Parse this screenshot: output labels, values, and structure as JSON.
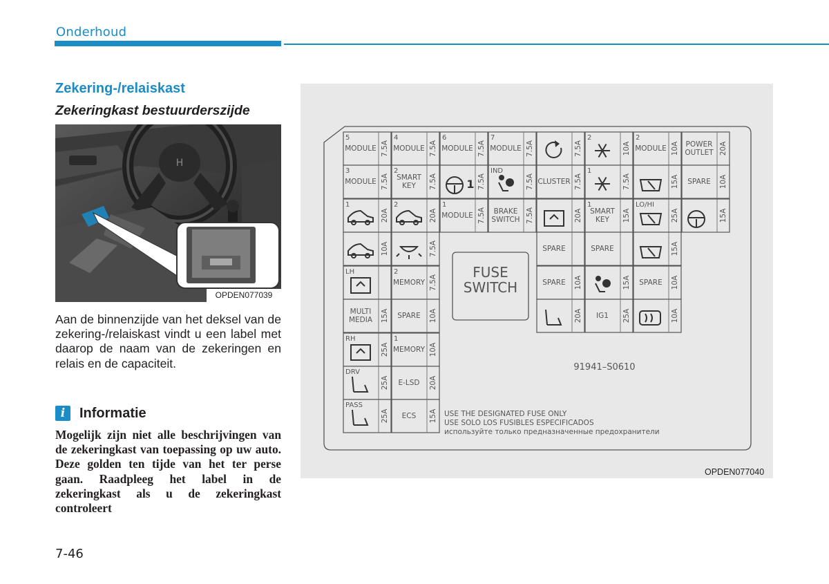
{
  "header": {
    "section": "Onderhoud"
  },
  "left": {
    "section_title": "Zekering-/relaiskast",
    "subtitle": "Zekeringkast bestuurderszijde",
    "photo_caption": "OPDEN077039",
    "body": "Aan de binnenzijde van het deksel van de zekering-/relaiskast vindt u een label met daarop de naam van de zekeringen en relais en de capaciteit.",
    "info": {
      "icon_glyph": "i",
      "label": "Informatie",
      "text": "Mogelijk zijn niet alle beschrijvingen van de zekeringkast van toepassing op uw auto. Deze golden ten tijde van het ter perse gaan. Raadpleeg het label in de zekeringkast als u de zekeringkast controleert"
    }
  },
  "diagram": {
    "caption": "OPDEN077040",
    "center_label_1": "FUSE",
    "center_label_2": "SWITCH",
    "part_number": "91941–S0610",
    "notice_1": "USE THE DESIGNATED FUSE ONLY",
    "notice_2": "USE SOLO LOS FUSIBLES ESPECIFICADOS",
    "notice_3": "используйте только предназначенные предохранители",
    "fuses": [
      {
        "num": "5",
        "name": "MODULE",
        "rating": "7.5A"
      },
      {
        "num": "4",
        "name": "MODULE",
        "rating": "7.5A"
      },
      {
        "num": "6",
        "name": "MODULE",
        "rating": "7.5A"
      },
      {
        "num": "7",
        "name": "MODULE",
        "rating": "7.5A"
      },
      {
        "num": "",
        "icon": "refresh-icon",
        "rating": "7.5A"
      },
      {
        "num": "2",
        "icon": "snowflake-icon",
        "rating": "10A"
      },
      {
        "num": "2",
        "name": "MODULE",
        "rating": "10A"
      },
      {
        "num": "",
        "name": "POWER OUTLET",
        "rating": "20A"
      },
      {
        "num": "3",
        "name": "MODULE",
        "rating": "7.5A"
      },
      {
        "num": "2",
        "name": "SMART KEY",
        "rating": "7.5A"
      },
      {
        "num": "",
        "icon": "steering-wheel-icon",
        "suffix": "1",
        "rating": "7.5A"
      },
      {
        "num": "IND",
        "icon": "airbag-icon",
        "rating": "7.5A"
      },
      {
        "num": "",
        "name": "CLUSTER",
        "rating": "7.5A"
      },
      {
        "num": "1",
        "icon": "snowflake-icon",
        "rating": "7.5A"
      },
      {
        "num": "",
        "icon": "washer-icon",
        "rating": "15A"
      },
      {
        "num": "",
        "name": "SPARE",
        "rating": "10A"
      },
      {
        "num": "1",
        "icon": "car-icon",
        "rating": "20A"
      },
      {
        "num": "2",
        "icon": "car-icon",
        "rating": "20A"
      },
      {
        "num": "1",
        "name": "MODULE",
        "rating": "7.5A"
      },
      {
        "num": "",
        "name": "BRAKE SWITCH",
        "rating": "7.5A"
      },
      {
        "num": "",
        "icon": "door-lock-icon",
        "rating": "20A"
      },
      {
        "num": "1",
        "name": "SMART KEY",
        "rating": "15A"
      },
      {
        "num": "LO/HI",
        "icon": "wiper-icon",
        "rating": "25A"
      },
      {
        "num": "",
        "icon": "heated-wheel-icon",
        "rating": "15A"
      },
      {
        "num": "",
        "icon": "suv-icon",
        "rating": "10A"
      },
      {
        "num": "",
        "icon": "room-lamp-icon",
        "rating": "7.5A"
      },
      {
        "num": "",
        "name": "SPARE",
        "rating": ""
      },
      {
        "num": "",
        "name": "SPARE",
        "rating": ""
      },
      {
        "num": "",
        "icon": "rear-wiper-icon",
        "rating": "15A"
      },
      {
        "num": "LH",
        "icon": "power-window-icon",
        "rating": ""
      },
      {
        "num": "2",
        "name": "MEMORY",
        "rating": "7.5A"
      },
      {
        "num": "",
        "name": "SPARE",
        "rating": "10A"
      },
      {
        "num": "",
        "icon": "airbag-icon",
        "rating": "15A"
      },
      {
        "num": "",
        "name": "SPARE",
        "rating": "10A"
      },
      {
        "num": "",
        "name": "MULTI MEDIA",
        "rating": "15A"
      },
      {
        "num": "",
        "name": "SPARE",
        "rating": "10A"
      },
      {
        "num": "",
        "icon": "heated-seat-icon",
        "rating": "20A"
      },
      {
        "num": "",
        "name": "IG1",
        "rating": "25A"
      },
      {
        "num": "",
        "icon": "rear-defrost-icon",
        "rating": "10A"
      },
      {
        "num": "RH",
        "icon": "power-window-icon",
        "rating": "25A"
      },
      {
        "num": "1",
        "name": "MEMORY",
        "rating": "10A"
      },
      {
        "num": "DRV",
        "icon": "power-seat-icon",
        "rating": "25A"
      },
      {
        "num": "",
        "name": "E-LSD",
        "rating": "20A"
      },
      {
        "num": "PASS",
        "icon": "power-seat-icon",
        "rating": "25A"
      },
      {
        "num": "",
        "name": "ECS",
        "rating": "15A"
      }
    ]
  }
}
